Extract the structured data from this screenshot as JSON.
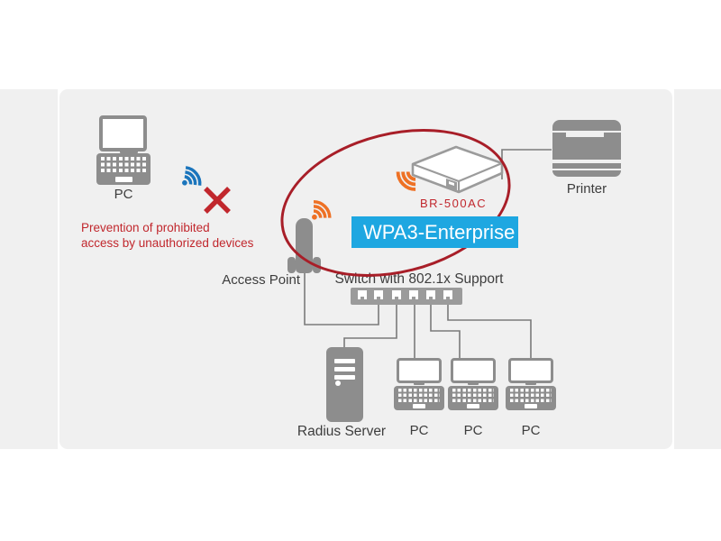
{
  "rogue_pc": {
    "label": "PC"
  },
  "prevention_note": {
    "line1": "Prevention of prohibited",
    "line2": "access by unauthorized devices"
  },
  "access_point": {
    "label": "Access Point"
  },
  "bridge": {
    "model": "BR-500AC"
  },
  "security_banner": {
    "label": "WPA3-Enterprise"
  },
  "printer": {
    "label": "Printer"
  },
  "network_switch": {
    "label": "Switch with 802.1x Support",
    "port_count": "6"
  },
  "radius_server": {
    "label": "Radius Server"
  },
  "client_pcs": [
    {
      "label": "PC"
    },
    {
      "label": "PC"
    },
    {
      "label": "PC"
    }
  ],
  "colors": {
    "panel_gray": "#f0f0f0",
    "icon_gray": "#8d8d8d",
    "wifi_blue": "#1b75bc",
    "wifi_orange": "#ee7125",
    "alert_red": "#c1272d",
    "ellipse_red": "#a81e28",
    "banner_blue": "#1ea7e1"
  }
}
